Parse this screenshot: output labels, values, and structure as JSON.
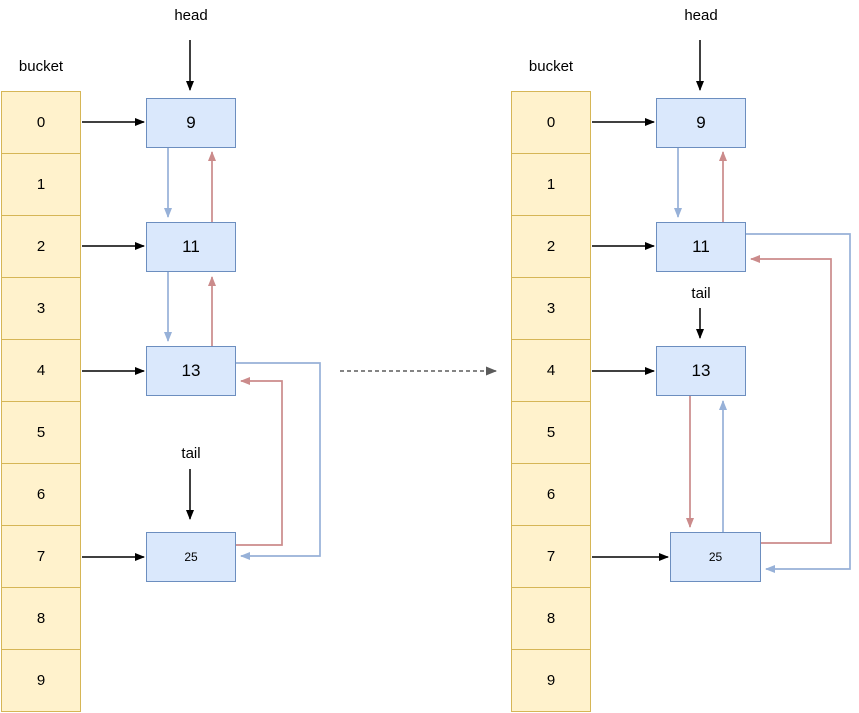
{
  "colors": {
    "bucket_fill": "#FFF2CC",
    "bucket_border": "#D6B656",
    "node_fill": "#DAE8FC",
    "node_border": "#6C8EBF",
    "next_arrow": "#97B1D8",
    "prev_arrow": "#CB8B8B",
    "plain_arrow": "#000000",
    "transition_arrow": "#5B5B5B",
    "text": "#000000"
  },
  "diagrams": [
    {
      "name": "before",
      "bucket_label": "bucket",
      "head_label": "head",
      "tail_label": "tail",
      "bucket_cells": [
        "0",
        "1",
        "2",
        "3",
        "4",
        "5",
        "6",
        "7",
        "8",
        "9"
      ],
      "nodes": [
        {
          "label": "9"
        },
        {
          "label": "11"
        },
        {
          "label": "13"
        },
        {
          "label": "25"
        }
      ],
      "list_order": [
        "9",
        "11",
        "13",
        "25"
      ],
      "bucket_links": {
        "0": "9",
        "2": "11",
        "4": "13",
        "7": "25"
      },
      "head_points_to": "9",
      "tail_points_to": "25"
    },
    {
      "name": "after",
      "bucket_label": "bucket",
      "head_label": "head",
      "tail_label": "tail",
      "bucket_cells": [
        "0",
        "1",
        "2",
        "3",
        "4",
        "5",
        "6",
        "7",
        "8",
        "9"
      ],
      "nodes": [
        {
          "label": "9"
        },
        {
          "label": "11"
        },
        {
          "label": "13"
        },
        {
          "label": "25"
        }
      ],
      "list_order": [
        "9",
        "11",
        "25",
        "13"
      ],
      "bucket_links": {
        "0": "9",
        "2": "11",
        "4": "13",
        "7": "25"
      },
      "head_points_to": "9",
      "tail_points_to": "13"
    }
  ]
}
